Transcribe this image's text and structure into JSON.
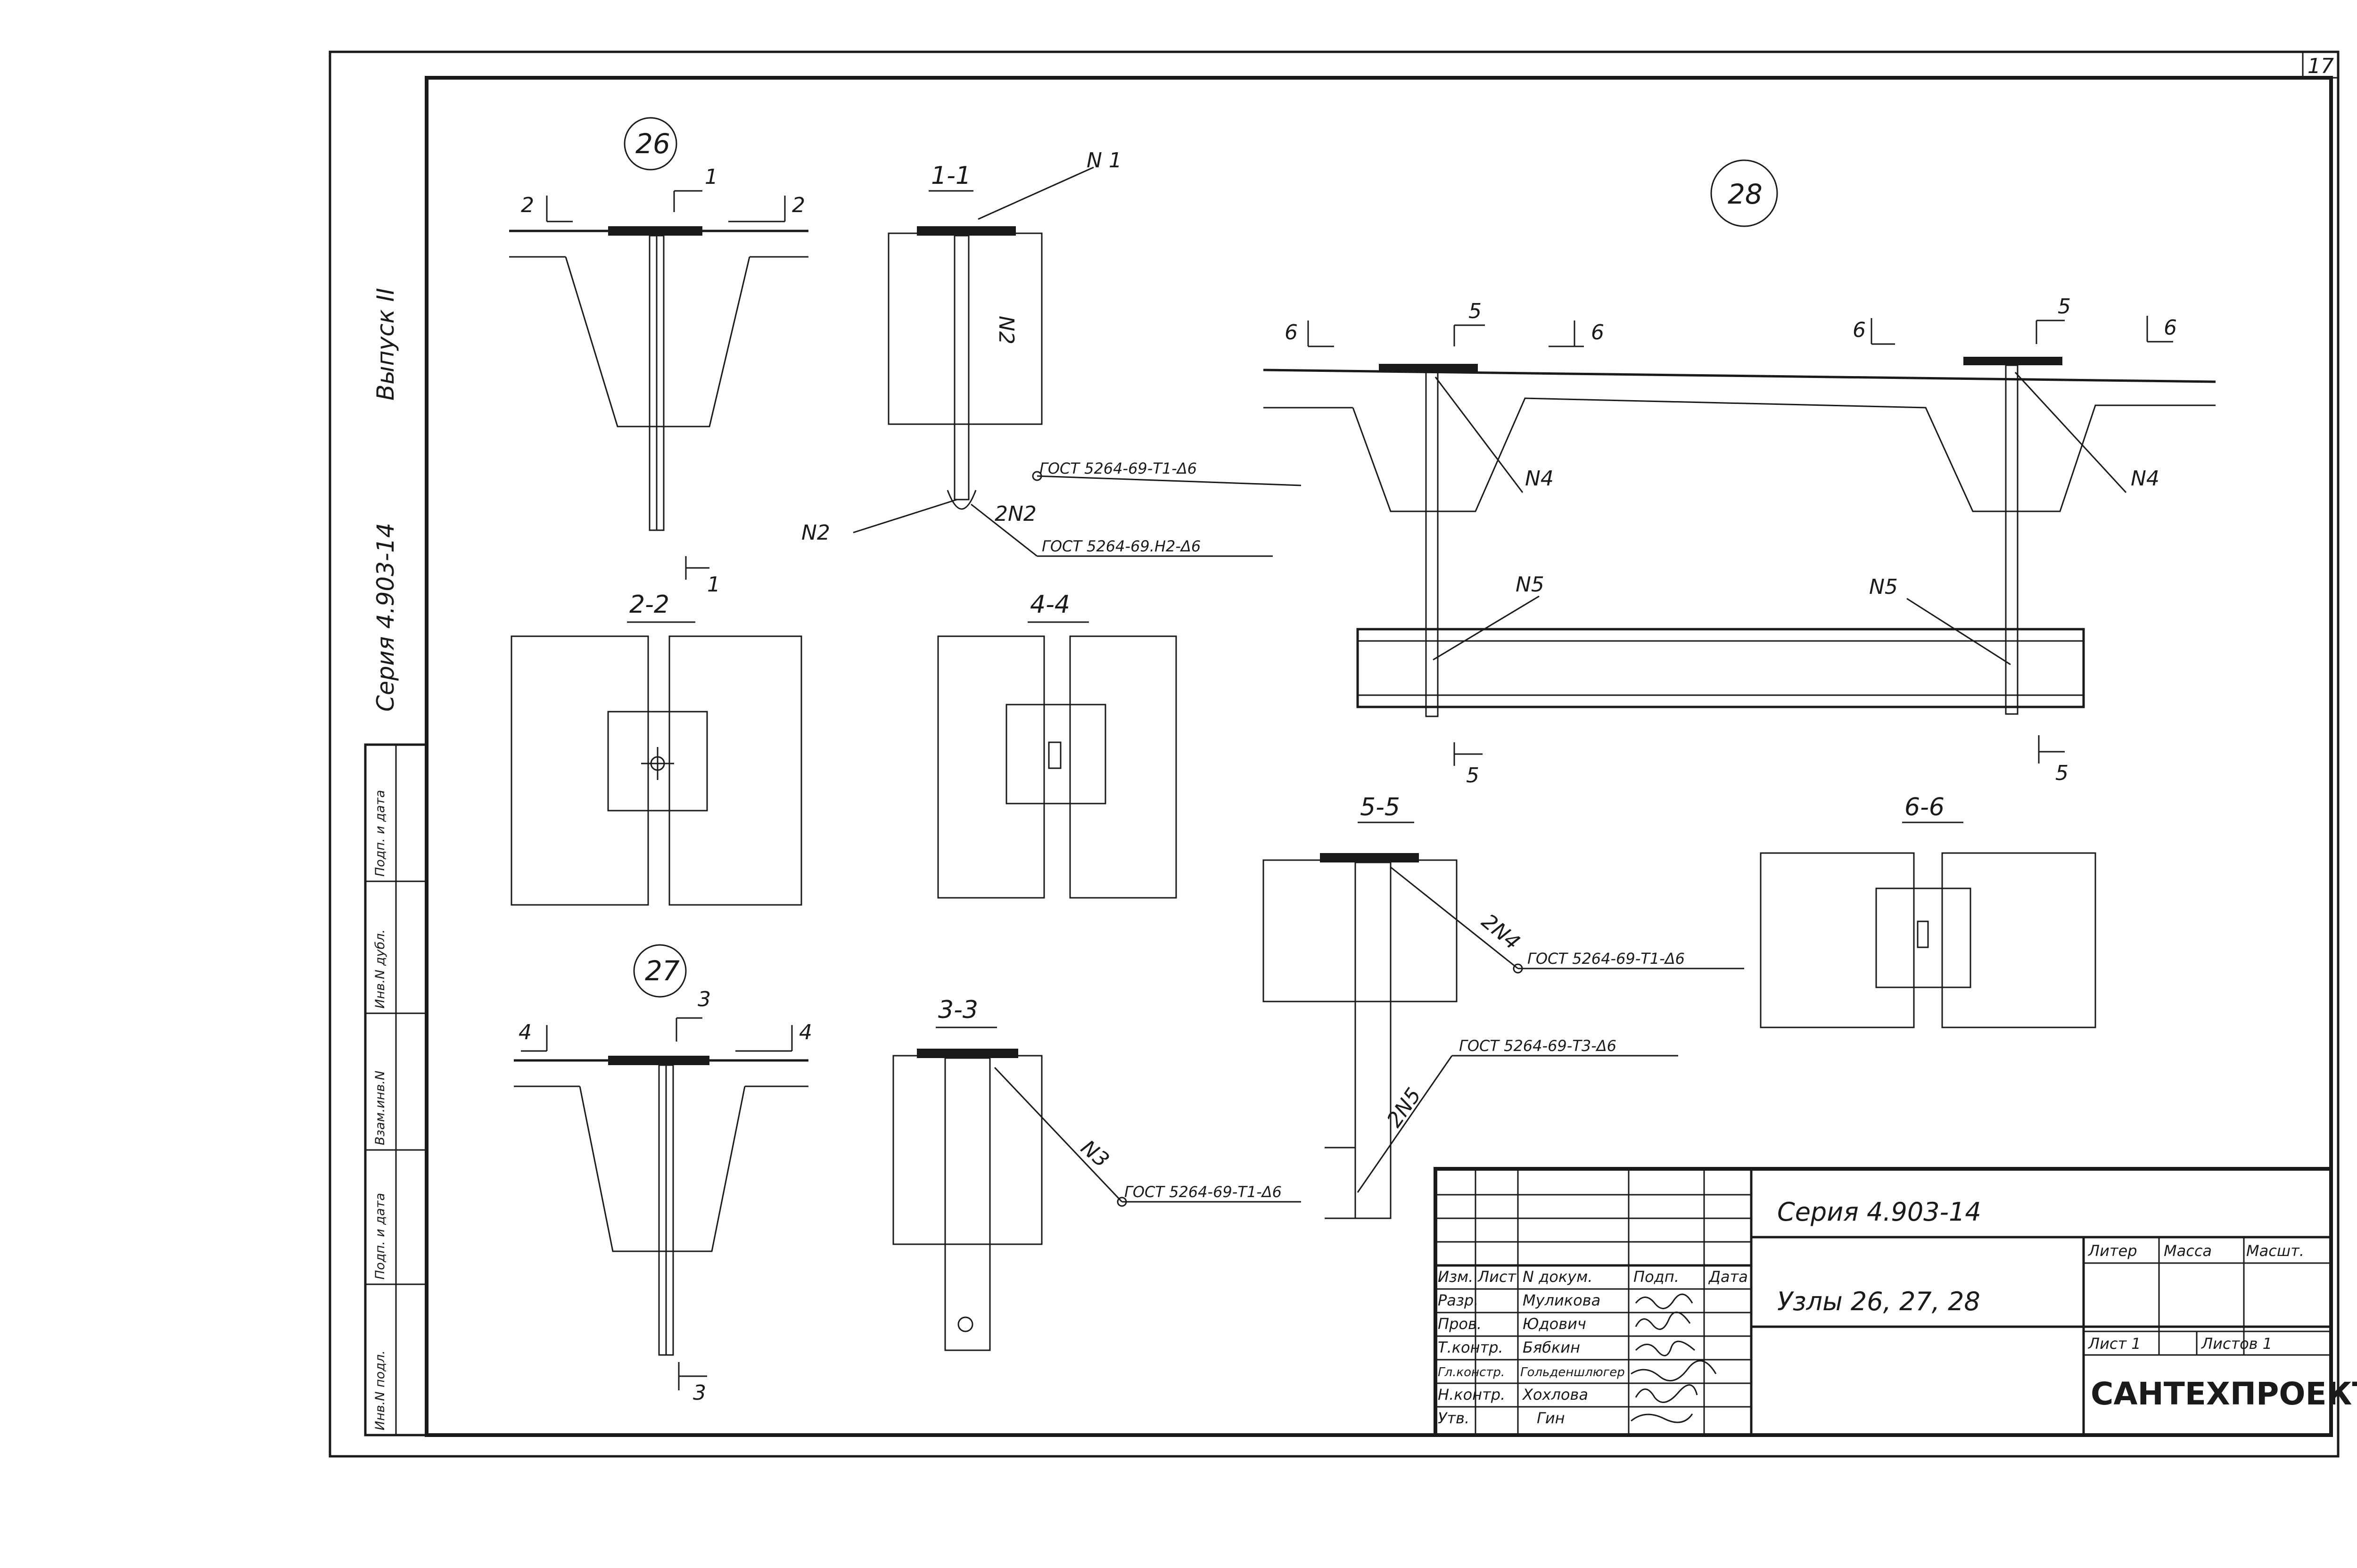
{
  "sheet_number": "17",
  "side": {
    "series": "Серия 4.903-14",
    "issue": "Выпуск II"
  },
  "side_stamp": [
    "Инв.N подл.",
    "Подп. и дата",
    "Взам.инв.N",
    "Инв.N дубл.",
    "Подп. и дата"
  ],
  "nodes": {
    "n26": "26",
    "n27": "27",
    "n28": "28"
  },
  "sections": {
    "s11": "1-1",
    "s22": "2-2",
    "s33": "3-3",
    "s44": "4-4",
    "s55": "5-5",
    "s66": "6-6"
  },
  "cut_marks": {
    "one": "1",
    "two": "2",
    "three": "3",
    "four": "4",
    "five": "5",
    "six": "6"
  },
  "callouts": {
    "n1": "N 1",
    "n2": "N2",
    "n2_2": "2N2",
    "n2_vertical": "N2",
    "n3": "N3",
    "n4": "N4",
    "n5": "N5",
    "n4_2": "2N4",
    "n5_2": "2N5",
    "gost_t1": "ГОСТ 5264-69-Т1-Δ6",
    "gost_n2": "ГОСТ 5264-69.Н2-Δ6",
    "gost_t3": "ГОСТ 5264-69-Т3-Δ6"
  },
  "title_block": {
    "series": "Серия 4.903-14",
    "title": "Узлы 26, 27, 28",
    "header_cols": [
      "Изм.",
      "Лист",
      "N докум.",
      "Подп.",
      "Дата"
    ],
    "rows": [
      {
        "role": "Разр.",
        "name": "Муликова"
      },
      {
        "role": "Пров.",
        "name": "Юдович"
      },
      {
        "role": "Т.контр.",
        "name": "Бябкин"
      },
      {
        "role": "Гл.констр.",
        "name": "Гольденшлюгер"
      },
      {
        "role": "Н.контр.",
        "name": "Хохлова"
      },
      {
        "role": "Утв.",
        "name": "Гин"
      }
    ],
    "litera": "Литер",
    "mass": "Масса",
    "scale": "Масшт.",
    "sheet": "Лист 1",
    "sheets": "Листов 1",
    "organization": "САНТЕХПРОЕКТ"
  }
}
